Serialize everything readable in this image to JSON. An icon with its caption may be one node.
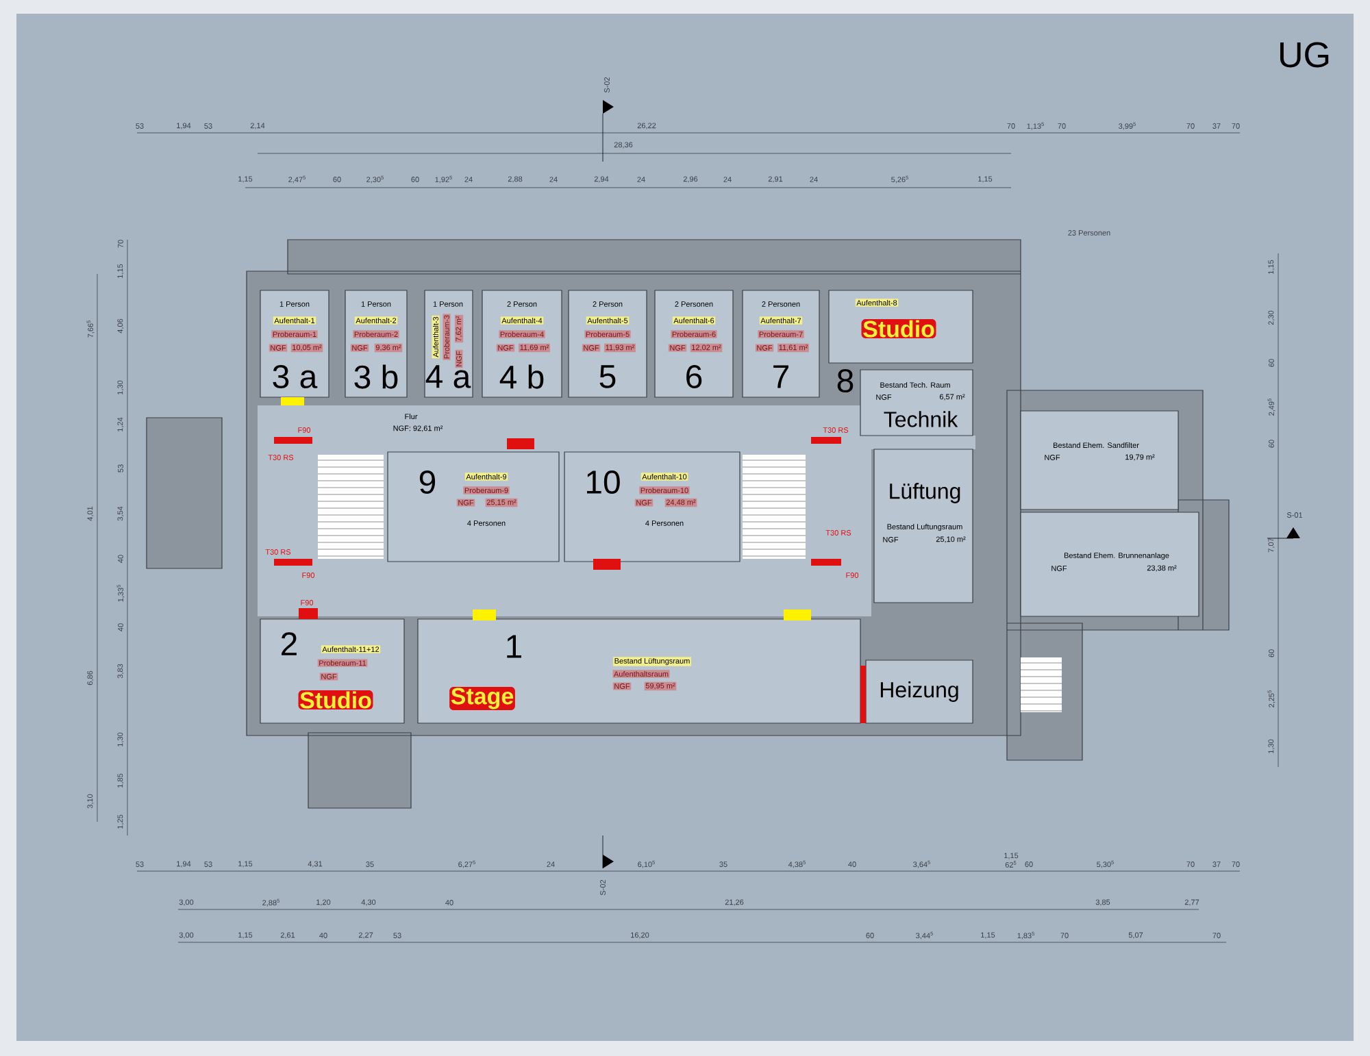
{
  "diagram": {
    "nodes": [
      {
        "text": [
          "1 Person",
          "Aufenthalt-1",
          "Proberaum-1",
          "NGF",
          "10,05 m²",
          "3 a"
        ]
      },
      {
        "text": [
          "1 Person",
          "Aufenthalt-2",
          "Proberaum-2",
          "NGF",
          "9,36 m²",
          "3 b"
        ]
      },
      {
        "text": [
          "1 Person",
          "Aufenthalt-3",
          "Proberaum-3",
          "NGF",
          "7,62 m²",
          "4 a"
        ]
      },
      {
        "text": [
          "2 Person",
          "Aufenthalt-4",
          "Proberaum-4",
          "NGF",
          "11,69 m²",
          "4 b"
        ]
      },
      {
        "text": [
          "2 Person",
          "Aufenthalt-5",
          "Proberaum-5",
          "NGF",
          "11,93 m²",
          "5"
        ]
      },
      {
        "text": [
          "2 Personen",
          "Aufenthalt-6",
          "Proberaum-6",
          "NGF",
          "12,02 m²",
          "6"
        ]
      },
      {
        "text": [
          "2 Personen",
          "Aufenthalt-7",
          "Proberaum-7",
          "NGF",
          "11,61 m²",
          "7"
        ]
      },
      {
        "text": [
          "Aufenthalt-8",
          "Studio",
          "8"
        ]
      },
      {
        "text": [
          "Bestand Tech. Raum",
          "NGF",
          "6,57 m²",
          "Technik"
        ]
      },
      {
        "text": [
          "Flur",
          "NGF: 92,61 m²"
        ]
      },
      {
        "text": [
          "9",
          "Aufenthalt-9",
          "Proberaum-9",
          "NGF",
          "25,15 m²",
          "4 Personen"
        ]
      },
      {
        "text": [
          "10",
          "Aufenthalt-10",
          "Proberaum-10",
          "NGF",
          "24,48 m²",
          "4 Personen"
        ]
      },
      {
        "text": [
          "Lüftung",
          "Bestand Luftungsraum",
          "NGF",
          "25,10 m²"
        ]
      },
      {
        "text": [
          "2",
          "Aufenthalt-11+12",
          "Proberaum-11",
          "NGF",
          "Studio"
        ]
      },
      {
        "text": [
          "1",
          "Stage",
          "Bestand Lüftungsraum",
          "Aufenthaltsraum",
          "NGF",
          "59,95 m²"
        ]
      },
      {
        "text": [
          "Heizung"
        ]
      },
      {
        "text": [
          "Bestand Ehem. Sandfilter",
          "NGF",
          "19,79 m²"
        ]
      },
      {
        "text": [
          "Bestand Ehem. Brunnenanlage",
          "NGF",
          "23,38 m²"
        ]
      }
    ],
    "labels": [
      "UG",
      "53",
      "1,94",
      "53",
      "2,14",
      "26,22",
      "70",
      "1,13$^{5}$",
      "70",
      "3,99$^{5}$",
      "70",
      "37",
      "70",
      "S-02",
      "28,36",
      "1,15",
      "2,47$^{5}$",
      "60",
      "2,30$^{5}$",
      "60",
      "1,92$^{5}$",
      "24",
      "2,88",
      "24",
      "2,94",
      "24",
      "2,96",
      "24",
      "2,91",
      "24",
      "5,26$^{5}$",
      "1,15",
      "23 Personen",
      "70",
      "1,15",
      "4,06",
      "1,30",
      "1,24",
      "53",
      "3,54",
      "40",
      "1,33$^{5}$",
      "40",
      "3,83",
      "1,30",
      "1,85",
      "1,25",
      "7,66$^{5}$",
      "4,01",
      "6,86",
      "3,10",
      "1,15",
      "2,30",
      "60",
      "2,49$^{5}$",
      "60",
      "7,07",
      "60",
      "2,25$^{5}$",
      "1,30",
      "S-01",
      "F90",
      "T30 RS",
      "T30 RS",
      "T30 RS",
      "T30 RS",
      "F90",
      "F90",
      "F90",
      "53",
      "1,94",
      "53",
      "1,15",
      "4,31",
      "35",
      "6,27$^{5}$",
      "24",
      "6,10$^{5}$",
      "35",
      "4,38$^{5}$",
      "40",
      "3,64$^{5}$",
      "1,15",
      "62$^{5}$",
      "60",
      "5,30$^{5}$",
      "70",
      "37",
      "70",
      "S-02",
      "3,00",
      "2,88$^{5}$",
      "1,20",
      "4,30",
      "40",
      "21,26",
      "3,85",
      "2,77",
      "3,00",
      "1,15",
      "2,61",
      "40",
      "2,27",
      "53",
      "16,20",
      "60",
      "3,44$^{5}$",
      "1,15",
      "1,83$^{5}$",
      "70",
      "5,07",
      "70"
    ]
  }
}
